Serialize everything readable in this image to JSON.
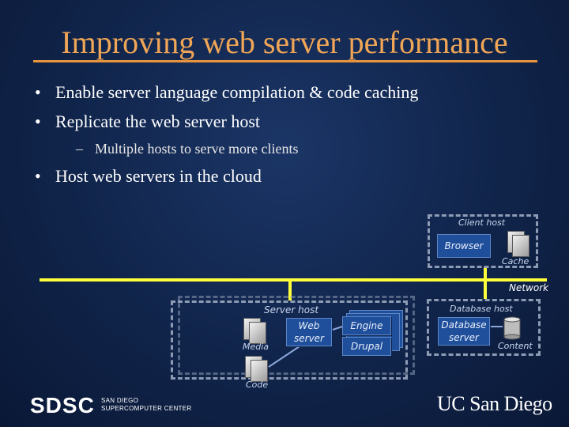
{
  "slide": {
    "title": "Improving web server performance",
    "bullets": [
      "Enable server language compilation & code caching",
      "Replicate the web server host",
      "Host web servers in the cloud"
    ],
    "sub_bullets": [
      "Multiple hosts to serve more clients"
    ],
    "bullet_symbol": "•",
    "sub_bullet_symbol": "–"
  },
  "diagram": {
    "client_host": {
      "label": "Client host",
      "browser": "Browser",
      "cache": "Cache"
    },
    "network": {
      "label": "Network"
    },
    "server_host": {
      "label": "Server host",
      "media": "Media",
      "code": "Code",
      "web_server": "Web server",
      "engine": "Engine",
      "drupal": "Drupal"
    },
    "database_host": {
      "label": "Database host",
      "database_server": "Database server",
      "content": "Content"
    }
  },
  "footer": {
    "sdsc_logo": "SDSC",
    "sdsc_subtitle_1": "SAN DIEGO",
    "sdsc_subtitle_2": "SUPERCOMPUTER CENTER",
    "ucsd_logo": "UC San Diego"
  },
  "colors": {
    "title": "#f0a656",
    "network_line": "#ffff3a",
    "box_fill": "#1f4f9a",
    "connector": "#8aa6d8"
  }
}
